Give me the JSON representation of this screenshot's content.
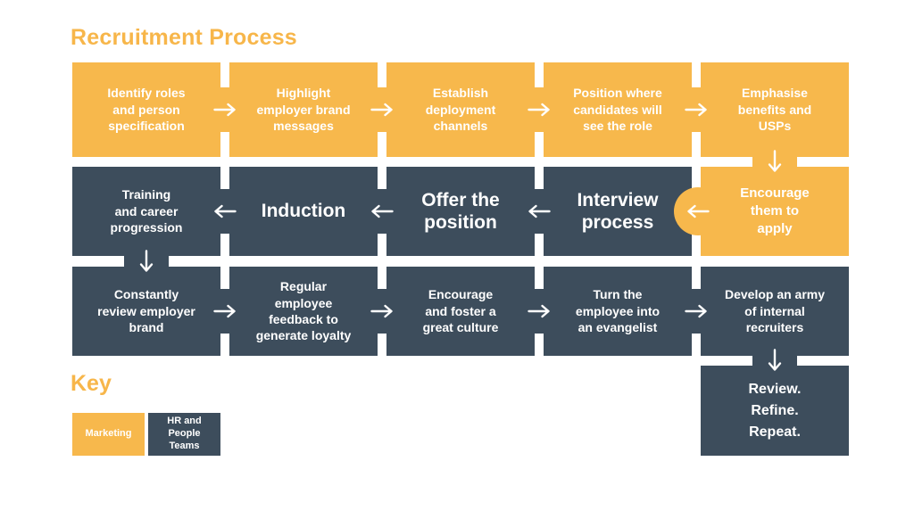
{
  "title": "Recruitment Process",
  "colors": {
    "marketing": "#F7B84C",
    "hr_people_teams": "#3D4D5C",
    "heading": "#F7B64A",
    "box_text": "#FFFFFF",
    "arrow": "#FFFFFF",
    "background": "#FFFFFF"
  },
  "steps": [
    {
      "id": "identify-roles",
      "label": "Identify roles\nand person\nspecification",
      "team": "marketing"
    },
    {
      "id": "highlight-employer-brand",
      "label": "Highlight\nemployer brand\nmessages",
      "team": "marketing"
    },
    {
      "id": "establish-deployment-channels",
      "label": "Establish\ndeployment\nchannels",
      "team": "marketing"
    },
    {
      "id": "position-where-candidates-see",
      "label": "Position where\ncandidates will\nsee the role",
      "team": "marketing"
    },
    {
      "id": "emphasise-benefits-usps",
      "label": "Emphasise\nbenefits and\nUSPs",
      "team": "marketing"
    },
    {
      "id": "encourage-them-to-apply",
      "label": "Encourage\nthem to\napply",
      "team": "marketing"
    },
    {
      "id": "interview-process",
      "label": "Interview\nprocess",
      "team": "hr"
    },
    {
      "id": "offer-the-position",
      "label": "Offer the\nposition",
      "team": "hr"
    },
    {
      "id": "induction",
      "label": "Induction",
      "team": "hr"
    },
    {
      "id": "training-career-progression",
      "label": "Training\nand career\nprogression",
      "team": "hr"
    },
    {
      "id": "constantly-review-employer-brand",
      "label": "Constantly\nreview employer\nbrand",
      "team": "hr"
    },
    {
      "id": "regular-employee-feedback",
      "label": "Regular\nemployee\nfeedback to\ngenerate loyalty",
      "team": "hr"
    },
    {
      "id": "encourage-foster-culture",
      "label": "Encourage\nand foster a\ngreat culture",
      "team": "hr"
    },
    {
      "id": "turn-employee-evangelist",
      "label": "Turn the\nemployee into\nan evangelist",
      "team": "hr"
    },
    {
      "id": "develop-internal-recruiters",
      "label": "Develop an army\nof internal\nrecruiters",
      "team": "hr"
    },
    {
      "id": "review-refine-repeat",
      "label": "Review.\nRefine.\nRepeat.",
      "team": "hr"
    }
  ],
  "connectors": [
    "right",
    "right",
    "right",
    "right",
    "down",
    "left",
    "left",
    "left",
    "left",
    "down",
    "right",
    "right",
    "right",
    "right",
    "down"
  ],
  "key": {
    "heading": "Key",
    "items": [
      {
        "label": "Marketing",
        "team": "marketing"
      },
      {
        "label": "HR and\nPeople\nTeams",
        "team": "hr"
      }
    ]
  }
}
